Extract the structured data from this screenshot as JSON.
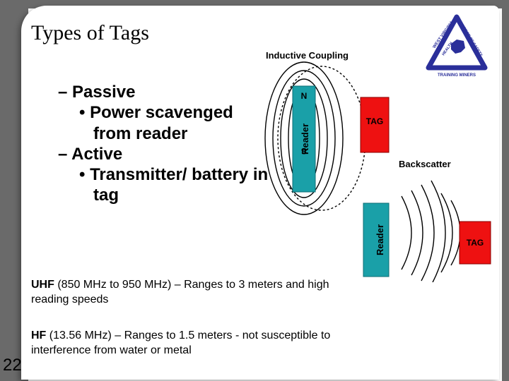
{
  "slide": {
    "title": "Types of Tags",
    "page_number": "22"
  },
  "bullets": [
    {
      "level": 1,
      "text": "– Passive"
    },
    {
      "level": 2,
      "text": "• Power scavenged from reader"
    },
    {
      "level": 1,
      "text": "– Active"
    },
    {
      "level": 2,
      "text": "• Transmitter/ battery in tag"
    }
  ],
  "paragraphs": {
    "uhf": {
      "term": "UHF",
      "text": " (850 MHz to 950 MHz) – Ranges to 3 meters and high reading speeds"
    },
    "hf": {
      "term": "HF",
      "text": " (13.56 MHz) – Ranges to 1.5 meters - not susceptible to interference from water or metal"
    }
  },
  "inductive_diagram": {
    "title": "Inductive Coupling",
    "reader_label": "Reader",
    "pole_n": "N",
    "pole_s": "S",
    "tag_label": "TAG"
  },
  "backscatter_diagram": {
    "title": "Backscatter",
    "reader_label": "Reader",
    "tag_label": "TAG"
  },
  "logo": {
    "top_text": "WEST VIRGINIA",
    "left_text": "HEALTH",
    "right_text": "OFFICE OF SAFETY",
    "bottom_text": "TRAINING MINERS"
  },
  "colors": {
    "reader_blue": "#1aa0a8",
    "tag_red": "#ee1111",
    "logo_blue": "#2a2f9a",
    "background_gray": "#6a6a6a"
  }
}
